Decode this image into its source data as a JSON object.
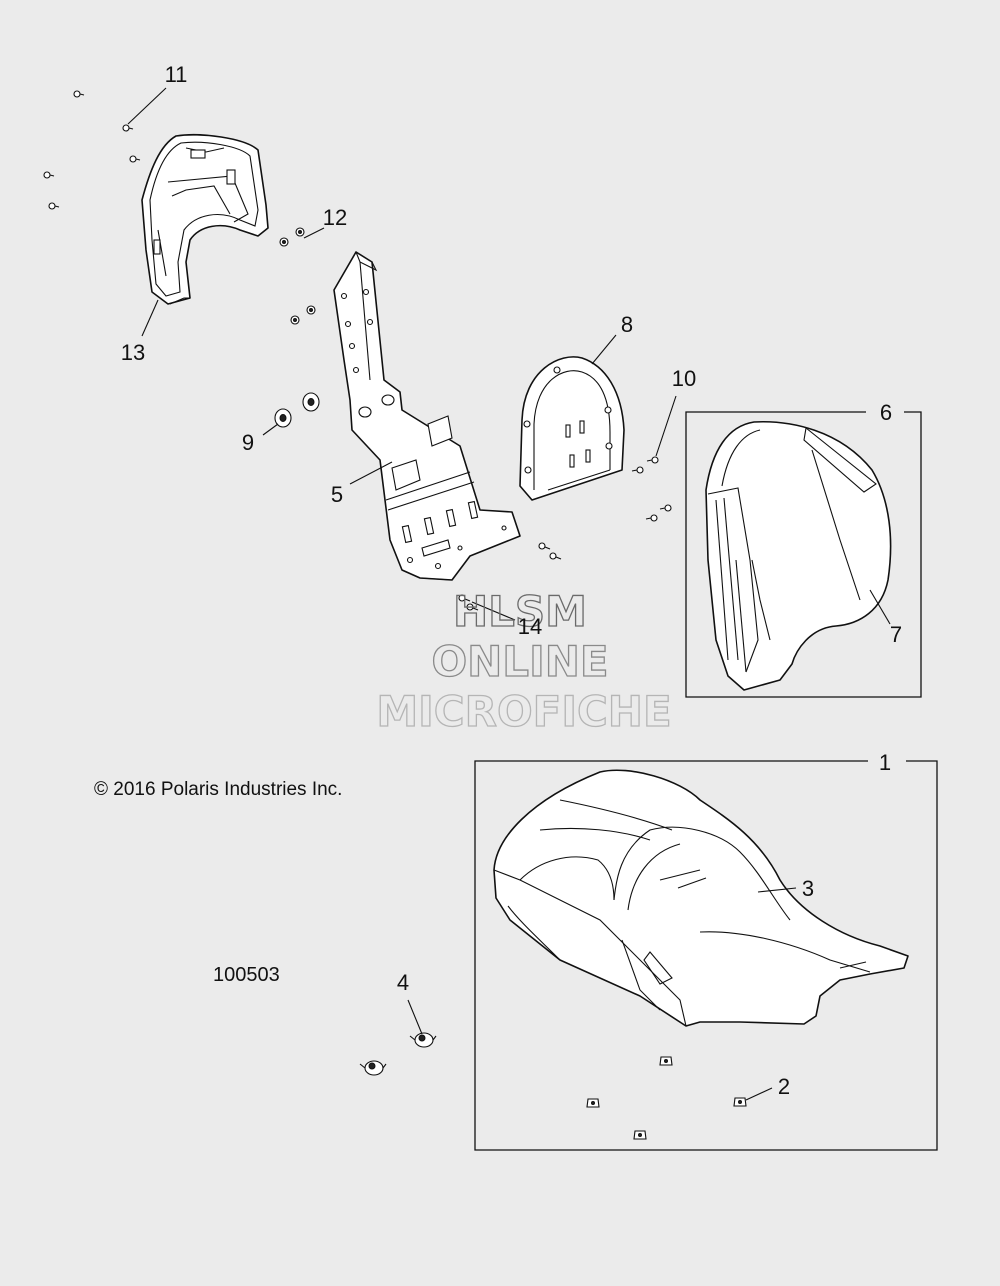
{
  "copyright": "© 2016 Polaris Industries Inc.",
  "figure_number": "100503",
  "watermark": {
    "line1": "HLSM",
    "line2": "ONLINE",
    "line3": "MICROFICHE"
  },
  "callouts": {
    "c1": "1",
    "c2": "2",
    "c3": "3",
    "c4": "4",
    "c5": "5",
    "c6": "6",
    "c7": "7",
    "c8": "8",
    "c9": "9",
    "c10": "10",
    "c11": "11",
    "c12": "12",
    "c13": "13",
    "c14": "14"
  },
  "colors": {
    "background": "#ebebeb",
    "line": "#111111",
    "watermark": "#9a9a9a"
  }
}
